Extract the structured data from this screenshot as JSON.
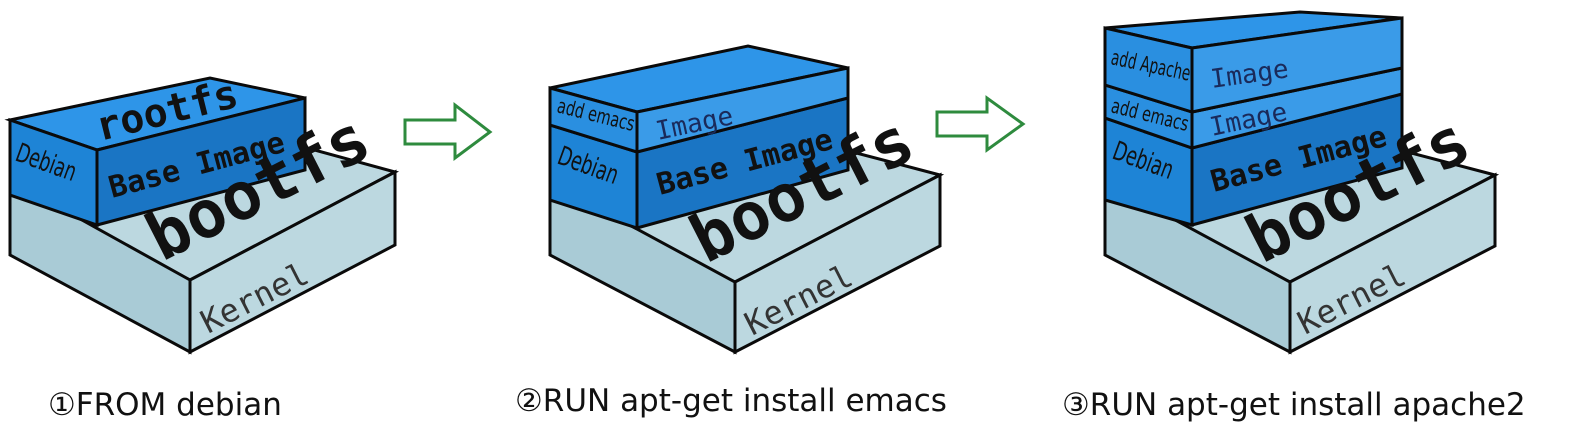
{
  "layers": {
    "bootfs": "bootfs",
    "kernel": "Kernel",
    "rootfs": "rootfs",
    "debian": "Debian",
    "base_image": "Base Image",
    "add_emacs": "add emacs",
    "add_apache": "add Apache",
    "image": "Image"
  },
  "steps": [
    {
      "caption": "①FROM debian"
    },
    {
      "caption": "②RUN apt-get install emacs"
    },
    {
      "caption": "③RUN apt-get install apache2"
    }
  ],
  "colors": {
    "blue_front": "#1E84D6",
    "blue_top": "#2E95E8",
    "blue_side": "#1A75C4",
    "gray_top": "#BCD8E0",
    "gray_front": "#A9CBD6",
    "arrow": "#2E8B3E",
    "outline": "#0A0A0A"
  },
  "icons": {
    "arrow": "right-hollow-arrow-icon"
  }
}
